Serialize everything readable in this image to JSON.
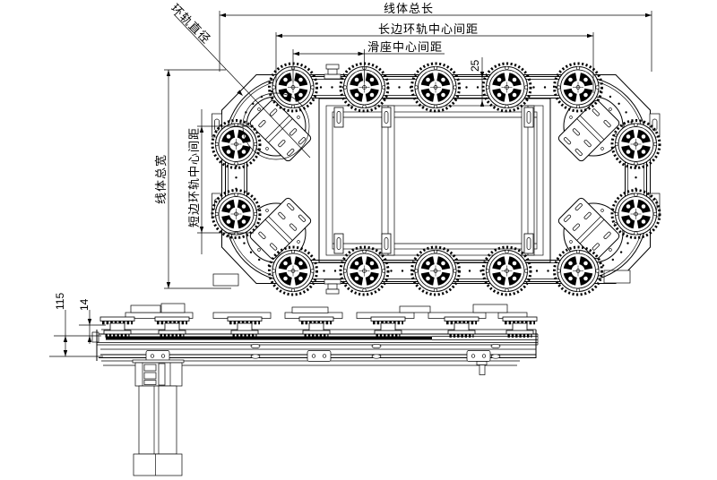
{
  "drawing": {
    "background": "#ffffff",
    "line_color": "#000000"
  },
  "plan_view": {
    "labels": {
      "total_length": "线体总长",
      "long_side_ring_center_distance": "长边环轨中心间距",
      "slide_seat_center_distance": "滑座中心间距",
      "track_offset": "25",
      "total_width": "线体总宽",
      "short_side_ring_center_distance": "短边环轨中心间距",
      "ring_track_diameter": "环轨直径"
    }
  },
  "side_view": {
    "labels": {
      "overall_height": "115",
      "rail_gap": "14"
    }
  }
}
